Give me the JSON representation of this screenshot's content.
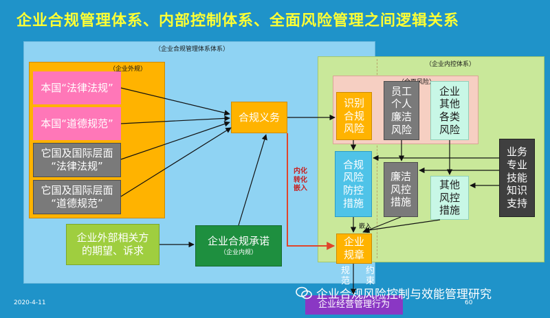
{
  "title": "企业合规管理体系、内部控制体系、全面风险管理之间逻辑关系",
  "regions": {
    "compliance_system": "（企业合规管理体系体系）",
    "internal_control_system": "（企业内控体系）",
    "external_rules": "（企业外规）",
    "comprehensive_risk": "（全面风险）"
  },
  "nodes": {
    "domestic_law": "本国“法律法规”",
    "domestic_ethics": "本国“道德规范”",
    "intl_law": "它国及国际层面\n“法律法规”",
    "intl_ethics": "它国及国际层面\n“道德规范”",
    "compliance_duty": "合规义务",
    "external_expectations": "企业外部相关方\n的期望、诉求",
    "compliance_commitment": "企业合规承诺",
    "internal_rules_note": "（企业内规）",
    "identify_risk": "识别\n合规\n风险",
    "employee_integrity_risk": "员工\n个人\n廉洁\n风险",
    "other_risk": "企业\n其他\n各类\n风险",
    "risk_control_measures": "合规\n风险\n防控\n措施",
    "integrity_control_measures": "廉洁\n风控\n措施",
    "other_control_measures": "其他\n风控\n措施",
    "business_support": "业务\n专业\n技能\n知识\n支持",
    "enterprise_rules": "企业\n规章",
    "business_conduct": "企业经营管理行为"
  },
  "edge_labels": {
    "internalize": "内化\n转化\n嵌入",
    "embed": "嵌入",
    "regulate": "规\n范",
    "constrain": "约\n束"
  },
  "footer": {
    "date": "2020-4-11",
    "page": "60",
    "watermark": "企业合规风险控制与效能管理研究"
  },
  "colors": {
    "background": "#1f93c9",
    "title": "#ffff33",
    "pink": "#ff77b8",
    "orange": "#ffb300",
    "gray": "#7a7a7a",
    "green": "#1e8f3f",
    "red_arrow": "#e0442a"
  }
}
